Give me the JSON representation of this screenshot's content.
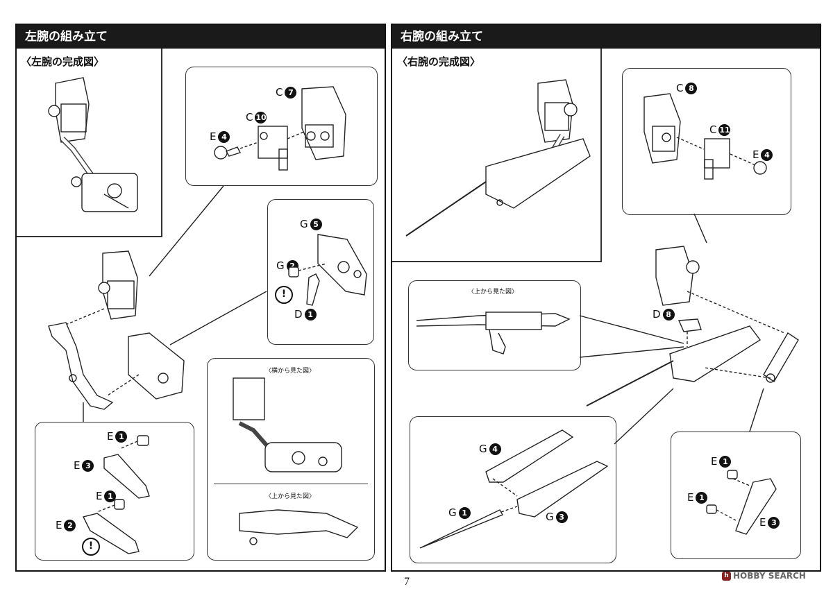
{
  "left": {
    "title": "左腕の組み立て",
    "completed_title": "〈左腕の完成図〉",
    "side_view_caption": "〈横から見た図〉",
    "top_view_caption": "〈上から見た図〉",
    "parts": {
      "c7": {
        "letter": "C",
        "num": "7"
      },
      "c10": {
        "letter": "C",
        "num": "10"
      },
      "e4": {
        "letter": "E",
        "num": "4"
      },
      "g5": {
        "letter": "G",
        "num": "5"
      },
      "g2": {
        "letter": "G",
        "num": "2"
      },
      "d1": {
        "letter": "D",
        "num": "1"
      },
      "e1a": {
        "letter": "E",
        "num": "1"
      },
      "e3": {
        "letter": "E",
        "num": "3"
      },
      "e1b": {
        "letter": "E",
        "num": "1"
      },
      "e2": {
        "letter": "E",
        "num": "2"
      }
    },
    "warning_mark": "!"
  },
  "right": {
    "title": "右腕の組み立て",
    "completed_title": "〈右腕の完成図〉",
    "top_view_caption": "〈上から見た図〉",
    "parts": {
      "c8": {
        "letter": "C",
        "num": "8"
      },
      "c11": {
        "letter": "C",
        "num": "11"
      },
      "e4": {
        "letter": "E",
        "num": "4"
      },
      "d8": {
        "letter": "D",
        "num": "8"
      },
      "g4": {
        "letter": "G",
        "num": "4"
      },
      "g1": {
        "letter": "G",
        "num": "1"
      },
      "g3": {
        "letter": "G",
        "num": "3"
      },
      "e1a": {
        "letter": "E",
        "num": "1"
      },
      "e1b": {
        "letter": "E",
        "num": "1"
      },
      "e3": {
        "letter": "E",
        "num": "3"
      }
    }
  },
  "page_number": "7",
  "watermark": "HOBBY SEARCH"
}
